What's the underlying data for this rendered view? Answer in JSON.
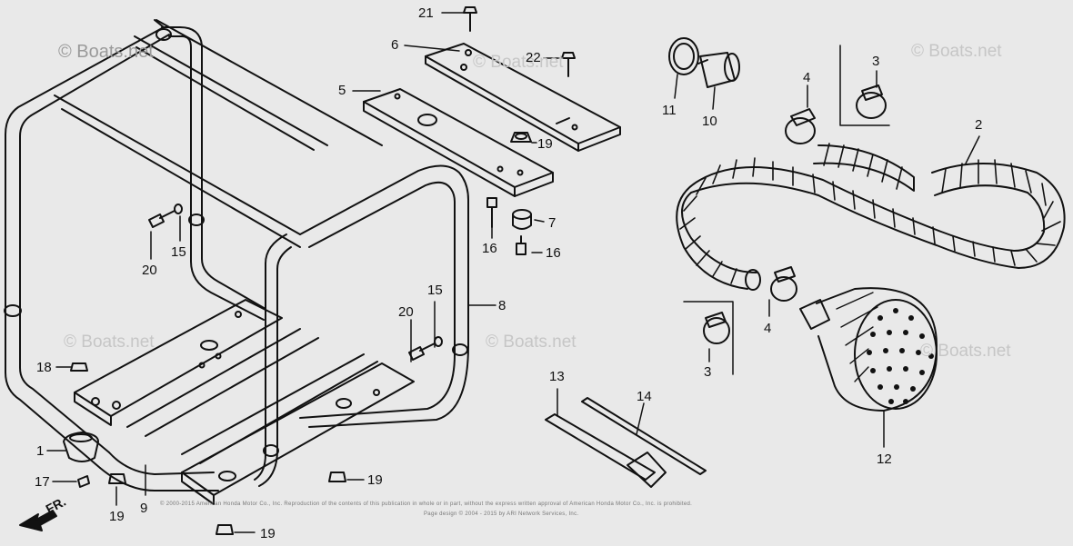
{
  "watermark": "© Boats.net",
  "direction_label": "FR.",
  "callouts": {
    "p1": "1",
    "p2": "2",
    "p3a": "3",
    "p3b": "3",
    "p4a": "4",
    "p4b": "4",
    "p5": "5",
    "p6": "6",
    "p7": "7",
    "p8": "8",
    "p9": "9",
    "p10": "10",
    "p11": "11",
    "p12": "12",
    "p13": "13",
    "p14": "14",
    "p15a": "15",
    "p15b": "15",
    "p16a": "16",
    "p16b": "16",
    "p17": "17",
    "p18": "18",
    "p19a": "19",
    "p19b": "19",
    "p19c": "19",
    "p19d": "19",
    "p20a": "20",
    "p20b": "20",
    "p21": "21",
    "p22": "22"
  },
  "footer": {
    "line1": "© 2000-2015 American Honda Motor Co., Inc. Reproduction of the contents of this publication in whole or in part, without the express written approval of American Honda Motor Co., Inc. is prohibited.",
    "line2": "Page design © 2004 - 2015 by ARI Network Services, Inc."
  }
}
